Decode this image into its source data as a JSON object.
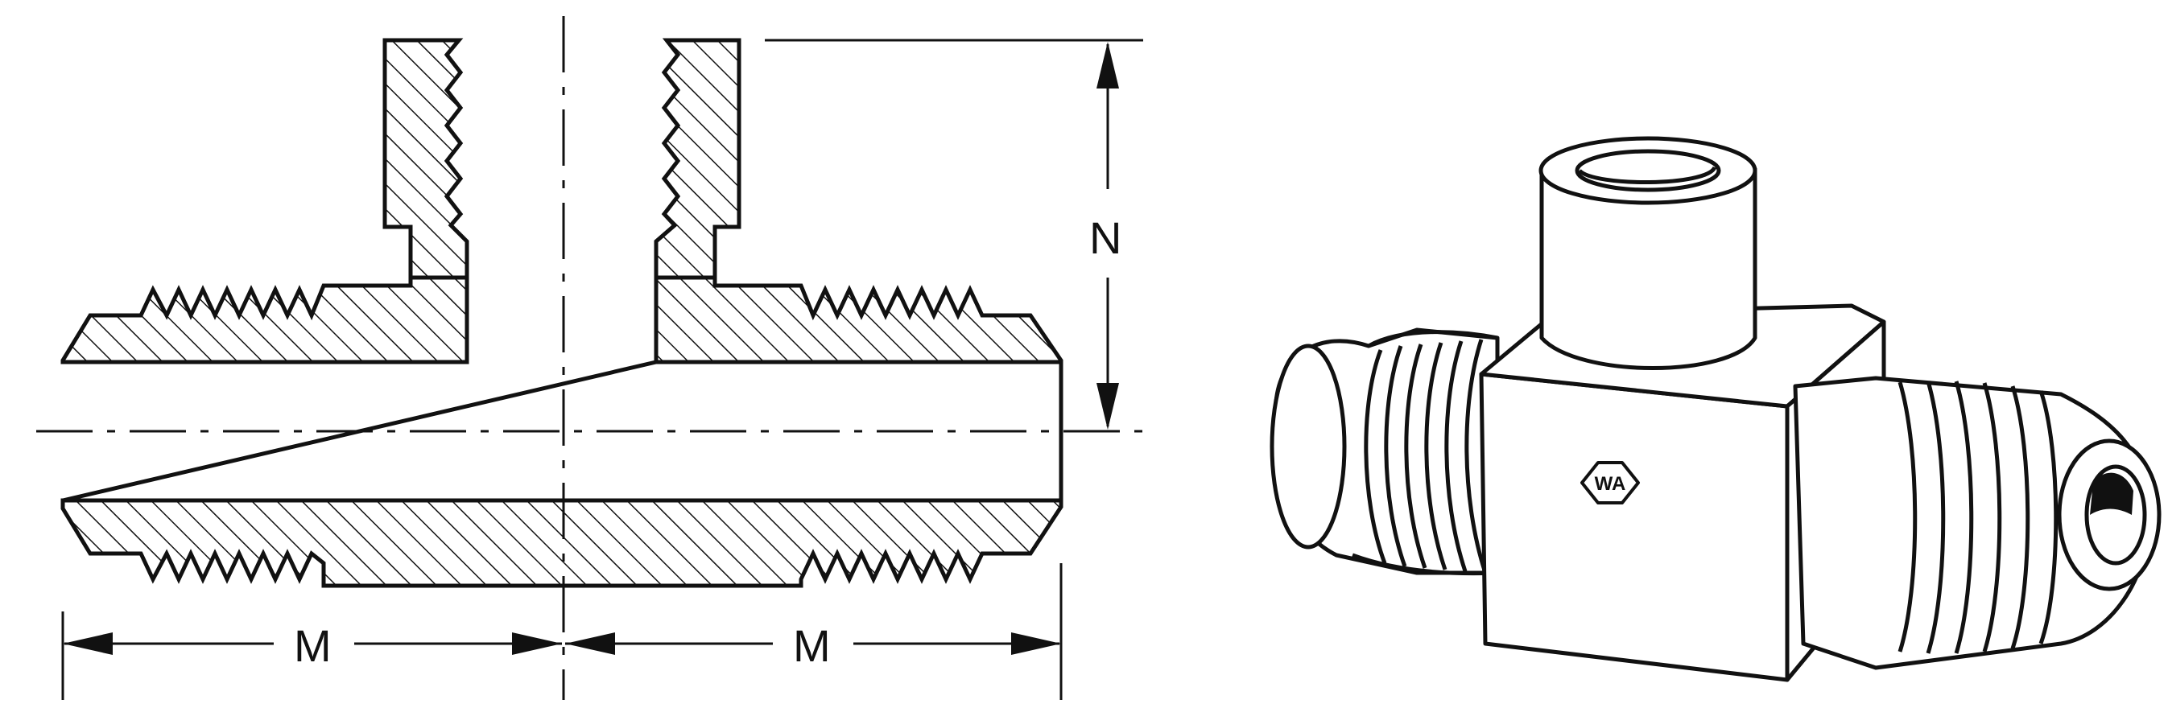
{
  "figure": {
    "dimension_labels": {
      "left_horizontal": "M",
      "right_horizontal": "M",
      "vertical": "N"
    },
    "nut_logo": "WA"
  }
}
